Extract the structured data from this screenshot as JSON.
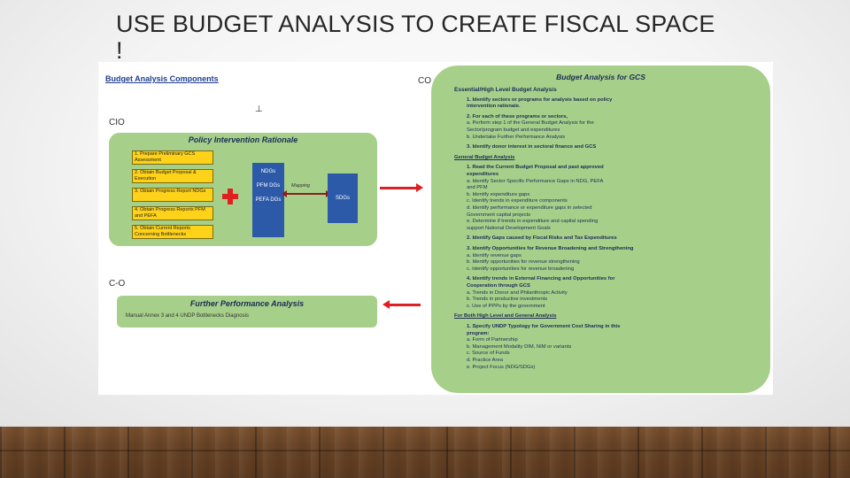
{
  "slide": {
    "title_line1": "USE BUDGET ANALYSIS TO CREATE FISCAL SPACE",
    "title_line2": "!"
  },
  "figure": {
    "left_heading": "Budget Analysis Components",
    "glyphs": [
      "CO",
      "⊥",
      "CIO",
      "C-O"
    ],
    "policy": {
      "title": "Policy Intervention Rationale",
      "steps": [
        "1. Prepare Preliminary GCS Assessment",
        "2. Obtain Budget Proposal & Execution",
        "3. Obtain Progress Report NDGs",
        "4. Obtain Progress Reports PFM and PEFA",
        "5. Obtain Current Reports Concerning Bottlenecks"
      ],
      "col1": [
        "NDGs",
        "PFM DGs",
        "PEFA DGs"
      ],
      "mapping_label": "Mapping",
      "col2": "SDGs"
    },
    "further": {
      "title": "Further Performance Analysis",
      "subtitle": "Manual Annex 3 and 4 UNDP Bottlenecks Diagnosis"
    },
    "right_panel": {
      "title": "Budget Analysis for GCS",
      "lines": [
        {
          "text": "Essential/High Level Budget Analysis",
          "style": "head"
        },
        {
          "text": "1.   Identify sectors or programs for analysis based on policy",
          "style": "bold"
        },
        {
          "text": "      intervention rationale.",
          "style": "bold"
        },
        {
          "text": "2.   For each of these programs or sectors,",
          "style": "bold"
        },
        {
          "text": "      a.   Perform step 1 of the General Budget Analysis for the",
          "style": ""
        },
        {
          "text": "            Sector/program budget and expenditures",
          "style": ""
        },
        {
          "text": "      b.   Undertake Further Performance Analysis",
          "style": ""
        },
        {
          "text": "3.   Identify donor interest in sectoral finance and GCS",
          "style": "bold"
        },
        {
          "text": "General Budget Analysis",
          "style": "ul"
        },
        {
          "text": "1.   Read the Current Budget Proposal and past approved",
          "style": "bold"
        },
        {
          "text": "      expenditures",
          "style": "bold"
        },
        {
          "text": "      a.   Identify Sector Specific Performance Gaps in NDG, PEFA",
          "style": ""
        },
        {
          "text": "            and PFM",
          "style": ""
        },
        {
          "text": "      b.   Identify expenditure gaps",
          "style": ""
        },
        {
          "text": "      c.   Identify trends in expenditure components",
          "style": ""
        },
        {
          "text": "      d.   Identify performance or expenditure gaps in selected",
          "style": ""
        },
        {
          "text": "            Government capital projects",
          "style": ""
        },
        {
          "text": "      e.   Determine if trends in expenditure and capital spending",
          "style": ""
        },
        {
          "text": "            support National Development Goals",
          "style": ""
        },
        {
          "text": "2.   Identify Gaps caused by Fiscal Risks and Tax Expenditures",
          "style": "bold"
        },
        {
          "text": "3.   Identify Opportunities for Revenue Broadening and Strengthening",
          "style": "bold"
        },
        {
          "text": "      a.   Identify revenue gaps",
          "style": ""
        },
        {
          "text": "      b.   Identify opportunities for revenue strengthening",
          "style": ""
        },
        {
          "text": "      c.   Identify opportunities for revenue broadening",
          "style": ""
        },
        {
          "text": "4.   Identify trends in External Financing and Opportunities for",
          "style": "bold"
        },
        {
          "text": "      Cooperation through GCS",
          "style": "bold"
        },
        {
          "text": "      a.   Trends in Donor and Philanthropic Activity",
          "style": ""
        },
        {
          "text": "      b.   Trends in productive investments",
          "style": ""
        },
        {
          "text": "      c.   Use of PPPs by the government",
          "style": ""
        },
        {
          "text": "For Both High Level and General Analysis",
          "style": "ul"
        },
        {
          "text": "1.   Specify UNDP Typology for Government Cost Sharing in this",
          "style": "bold"
        },
        {
          "text": "      program:",
          "style": "bold"
        },
        {
          "text": "      a.   Form of Partnership",
          "style": ""
        },
        {
          "text": "      b.   Management Modality DIM, NIM or variants",
          "style": ""
        },
        {
          "text": "      c.   Source of Funds",
          "style": ""
        },
        {
          "text": "      d.   Practice Area",
          "style": ""
        },
        {
          "text": "      e.   Project Focus (NDG/SDGs)",
          "style": ""
        }
      ]
    }
  }
}
